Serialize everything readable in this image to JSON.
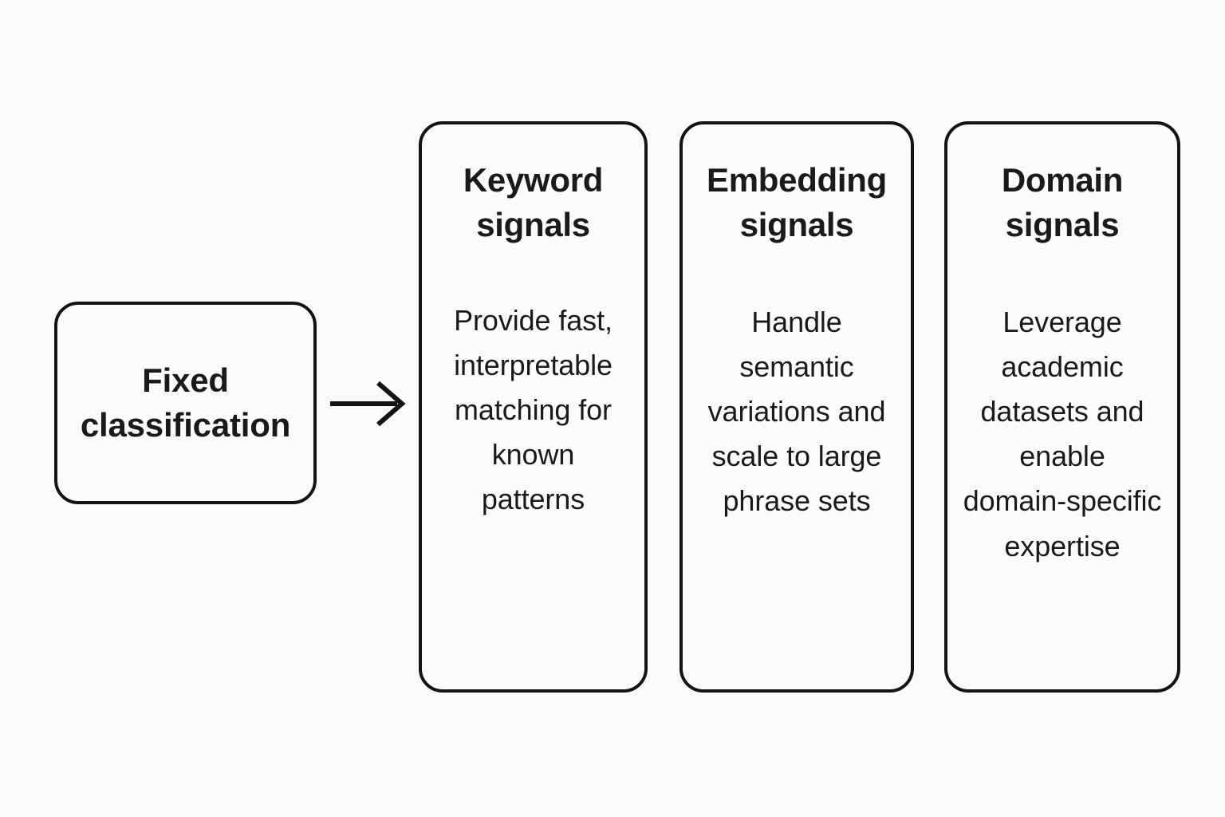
{
  "diagram": {
    "background_color": "#fafafa",
    "stroke_color": "#141414",
    "source": {
      "label": "Fixed\nclassification"
    },
    "connector": {
      "icon": "arrow-right-icon"
    },
    "cards": [
      {
        "title": "Keyword\nsignals",
        "body": "Provide fast,\ninterpretable\nmatching for\nknown\npatterns"
      },
      {
        "title": "Embedding\nsignals",
        "body": "Handle\nsemantic\nvariations and\nscale to large\nphrase sets"
      },
      {
        "title": "Domain\nsignals",
        "body": "Leverage\nacademic\ndatasets and\nenable\ndomain-specific\nexpertise"
      }
    ]
  }
}
